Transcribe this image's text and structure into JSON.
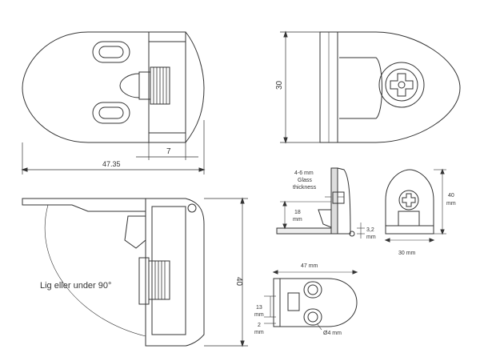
{
  "views": {
    "top_left": {
      "width_label": "47.35",
      "small_label": "7"
    },
    "top_right": {
      "height_label": "30"
    },
    "bottom_left": {
      "height_label": "40",
      "angle_label": "Lig eller under 90°"
    },
    "side_small": {
      "glass_label_line1": "4-6 mm",
      "glass_label_line2": "Glass",
      "glass_label_line3": "thickness",
      "height_label_line1": "18",
      "height_label_line2": "mm",
      "offset_label_line1": "3,2",
      "offset_label_line2": "mm"
    },
    "front_small": {
      "height_label_line1": "40",
      "height_label_line2": "mm",
      "width_label": "30 mm"
    },
    "top_small": {
      "width_label": "47 mm",
      "h13_line1": "13",
      "h13_line2": "mm",
      "h2_line1": "2",
      "h2_line2": "mm",
      "hole_label": "Ø4 mm"
    }
  },
  "colors": {
    "line": "#333333",
    "shade": "#d8d8d8",
    "hatch": "#999999"
  }
}
